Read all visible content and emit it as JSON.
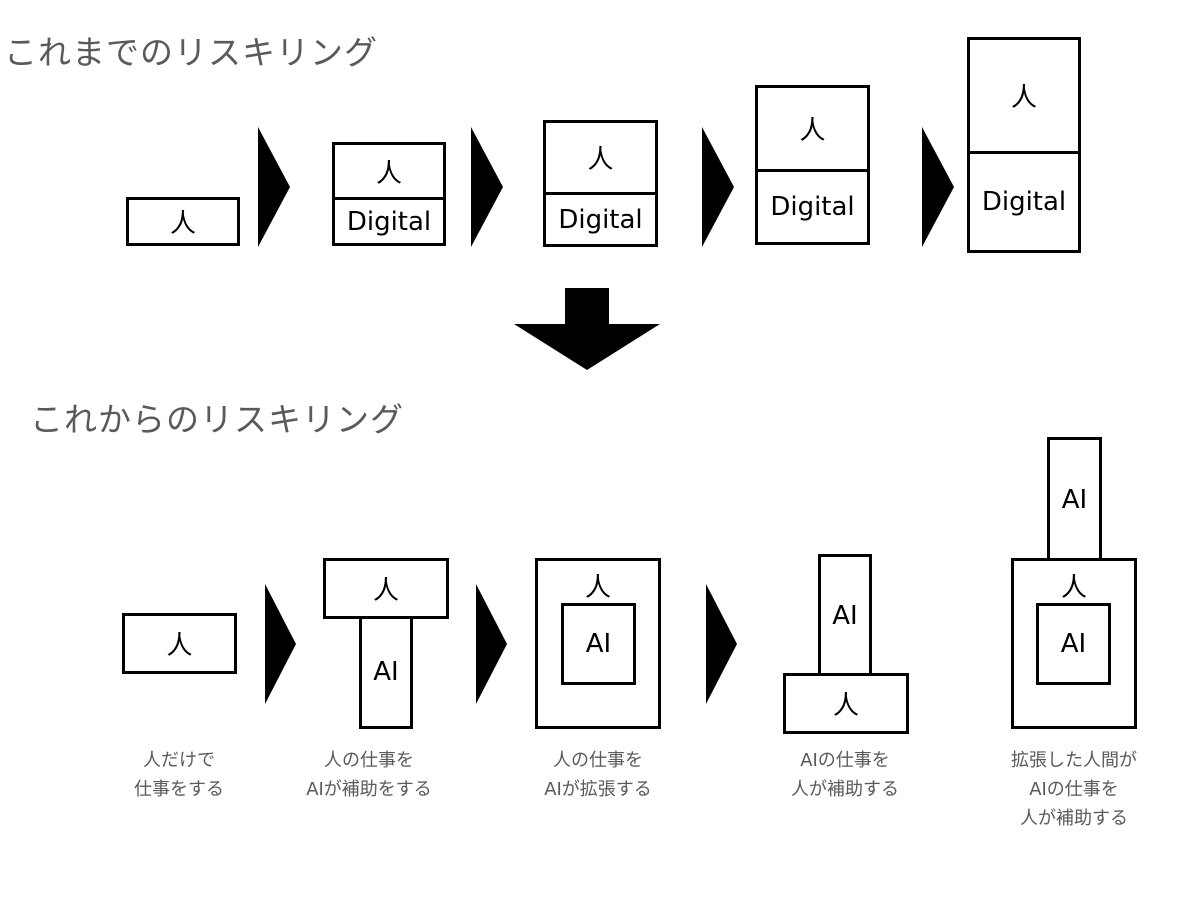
{
  "section_old": {
    "title": "これまでのリスキリング"
  },
  "section_new": {
    "title": "これからのリスキリング"
  },
  "labels": {
    "human": "人",
    "digital": "Digital",
    "ai": "AI"
  },
  "captions": [
    [
      "人だけで",
      "仕事をする"
    ],
    [
      "人の仕事を",
      "AIが補助をする"
    ],
    [
      "人の仕事を",
      "AIが拡張する"
    ],
    [
      "AIの仕事を",
      "人が補助する"
    ],
    [
      "拡張した人間が",
      "AIの仕事を",
      "人が補助する"
    ]
  ]
}
